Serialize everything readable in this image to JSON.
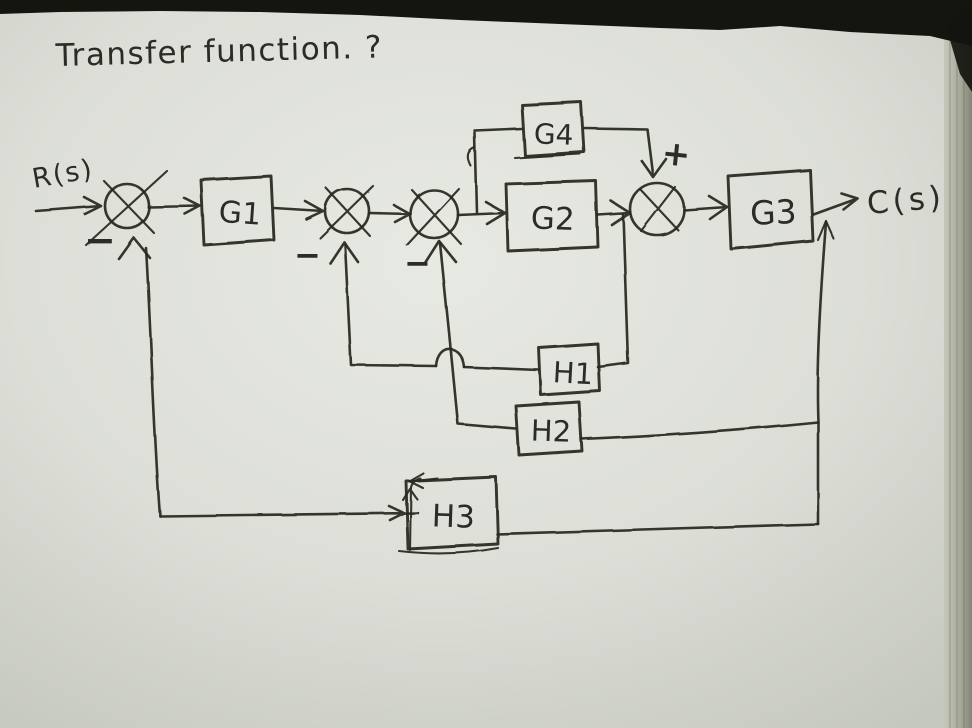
{
  "title": "Transfer function. ?",
  "diagram": {
    "input_label": "R(s)",
    "output_label": "C(s)",
    "blocks": {
      "g1": "G1",
      "g2": "G2",
      "g3": "G3",
      "g4": "G4",
      "h1": "H1",
      "h2": "H2",
      "h3": "H3"
    },
    "signs": {
      "sum1_feedback": "−",
      "sum2_feedback": "−",
      "sum3_feedback": "−",
      "sum4_g4": "+"
    },
    "summing_junction_count": 4,
    "connections": [
      "R(s) → sum1",
      "H3 → sum1 (−)",
      "sum1 → G1 → sum2",
      "H1 → sum2 (−)",
      "sum2 → sum3",
      "H2 → sum3 (−)",
      "sum3 → G2 → sum4",
      "takeoff before G2 → G4 → sum4 (+)",
      "sum4 → G3 → C(s)",
      "takeoff after G2 → H1",
      "takeoff after G3 → H2",
      "takeoff after G3 → H3"
    ]
  },
  "colors": {
    "ink": "#2c2b25",
    "paper": "#dcded7",
    "top_shadow": "#14150f",
    "page_edge": "#a9ab9c"
  }
}
